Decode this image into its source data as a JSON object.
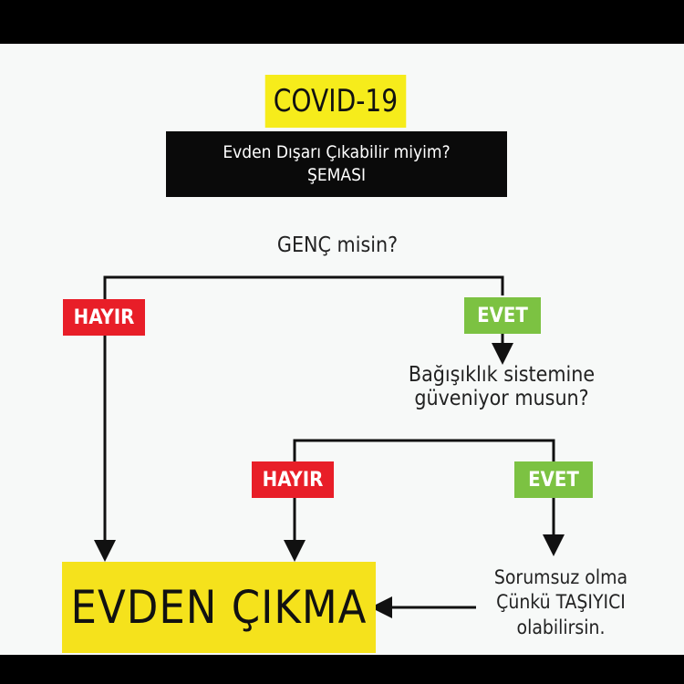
{
  "title": "COVID-19",
  "subtitle": {
    "line1": "Evden Dışarı Çıkabilir miyim?",
    "line2": "ŞEMASI"
  },
  "question1": "GENÇ misin?",
  "answer_no_1": "HAYIR",
  "answer_yes_1": "EVET",
  "question2": {
    "line1": "Bağışıklık sistemine",
    "line2": "güveniyor musun?"
  },
  "answer_no_2": "HAYIR",
  "answer_yes_2": "EVET",
  "result": "EVDEN ÇIKMA",
  "note": {
    "line1": "Sorumsuz olma",
    "line2": "Çünkü TAŞIYICI",
    "line3": "olabilirsin."
  },
  "colors": {
    "title_bg": "#f6ec1b",
    "subtitle_bg": "#0a0a0a",
    "no_red": "#e81e28",
    "yes_green": "#7cc242",
    "result_bg": "#f5e21c"
  }
}
